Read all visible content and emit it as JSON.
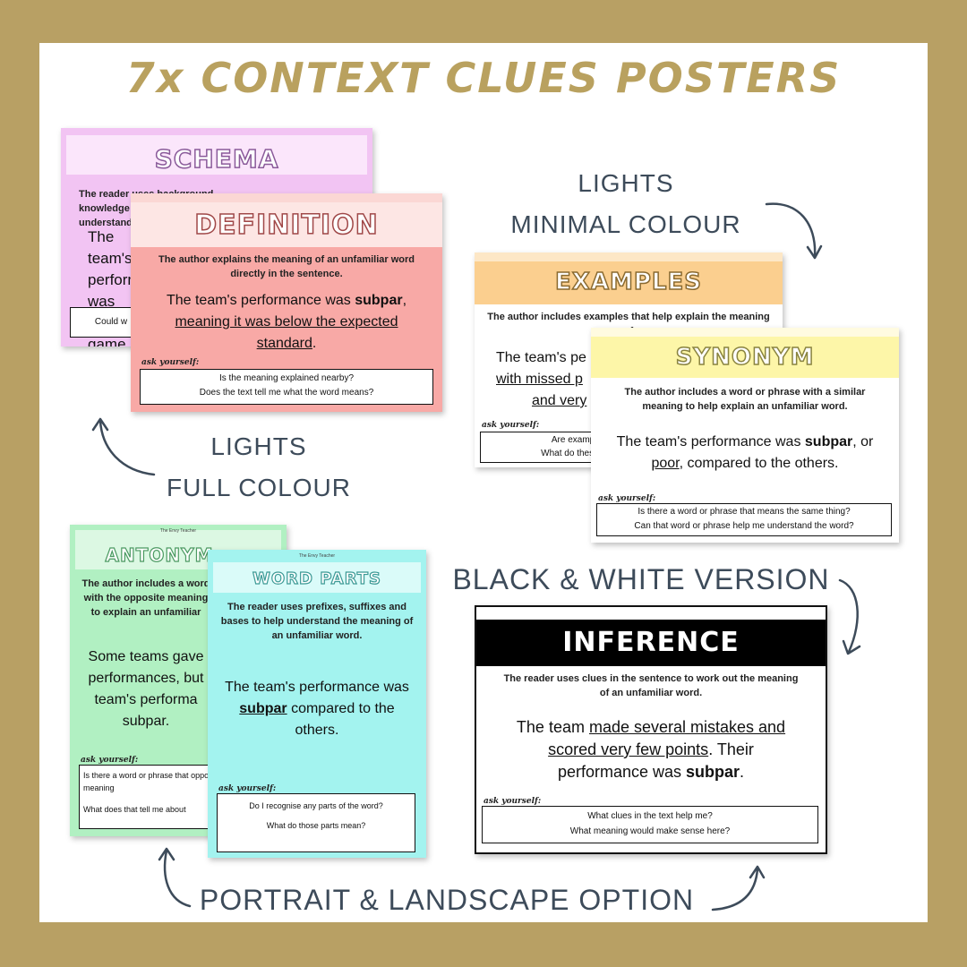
{
  "page": {
    "title": "7x CONTEXT CLUES POSTERS",
    "colors": {
      "frame": "#b8a064",
      "title": "#b9a15f",
      "label": "#3d4b5a"
    }
  },
  "labels": {
    "lights_minimal_line1": "LIGHTS",
    "lights_minimal_line2": "MINIMAL COLOUR",
    "lights_full_line1": "LIGHTS",
    "lights_full_line2": "FULL COLOUR",
    "black_white": "BLACK & WHITE VERSION",
    "portrait_landscape": "PORTRAIT & LANDSCAPE OPTION"
  },
  "posters": {
    "schema": {
      "title": "SCHEMA",
      "desc": "The reader uses background knowledge about a topic to help understand",
      "example": "The team's performance was subpar game.",
      "question": "Could w"
    },
    "definition": {
      "title": "DEFINITION",
      "desc": "The author explains the meaning of an unfamiliar word directly in the sentence.",
      "example_lead": "The team's performance was ",
      "example_word": "subpar",
      "example_comma": ",",
      "example_underlined": "meaning it was below the expected standard",
      "example_end": ".",
      "ask": "ask yourself:",
      "q1": "Is the meaning explained nearby?",
      "q2": "Does the text tell me what the word means?"
    },
    "examples": {
      "title": "EXAMPLES",
      "desc": "The author includes examples that help explain the meaning of",
      "example_line1": "The team's pe",
      "example_line2": "with missed p",
      "example_line3": "and very",
      "ask": "ask yourself:",
      "q1": "Are examples",
      "q2": "What do these e"
    },
    "synonym": {
      "title": "SYNONYM",
      "desc": "The author includes a word or phrase with a similar meaning to help explain an unfamiliar word.",
      "example_lead": "The team's performance was ",
      "example_word": "subpar",
      "example_mid": ", or ",
      "example_syn": "poor",
      "example_end": ", compared to the others.",
      "ask": "ask yourself:",
      "q1": "Is there a word or phrase that means the same thing?",
      "q2": "Can that word or phrase help me understand the word?"
    },
    "antonym": {
      "title": "ANTONYM",
      "desc": "The author includes a word with the opposite meaning to explain an unfamiliar",
      "example": "Some teams gave performances, but team's performa subpar.",
      "ask": "ask yourself:",
      "q1": "Is there a word or phrase that opposite meaning",
      "q2": "What does that tell me about",
      "credit": "The Envy Teacher"
    },
    "word_parts": {
      "title": "WORD PARTS",
      "desc": "The reader uses prefixes, suffixes and bases to help understand the meaning of an unfamiliar word.",
      "example_lead": "The team's performance was ",
      "example_word": "subpar",
      "example_end": " compared to the others.",
      "ask": "ask yourself:",
      "q1": "Do I recognise any parts of the word?",
      "q2": "What do those parts mean?",
      "credit": "The Envy Teacher"
    },
    "inference": {
      "title": "INFERENCE",
      "desc": "The reader uses clues in the sentence to work out the meaning of an unfamiliar word.",
      "example_lead": "The team ",
      "example_underlined": "made several mistakes and scored very few points",
      "example_mid": ". Their performance was ",
      "example_word": "subpar",
      "example_end": ".",
      "ask": "ask yourself:",
      "q1": "What clues in the text help me?",
      "q2": "What meaning would make sense here?"
    }
  }
}
